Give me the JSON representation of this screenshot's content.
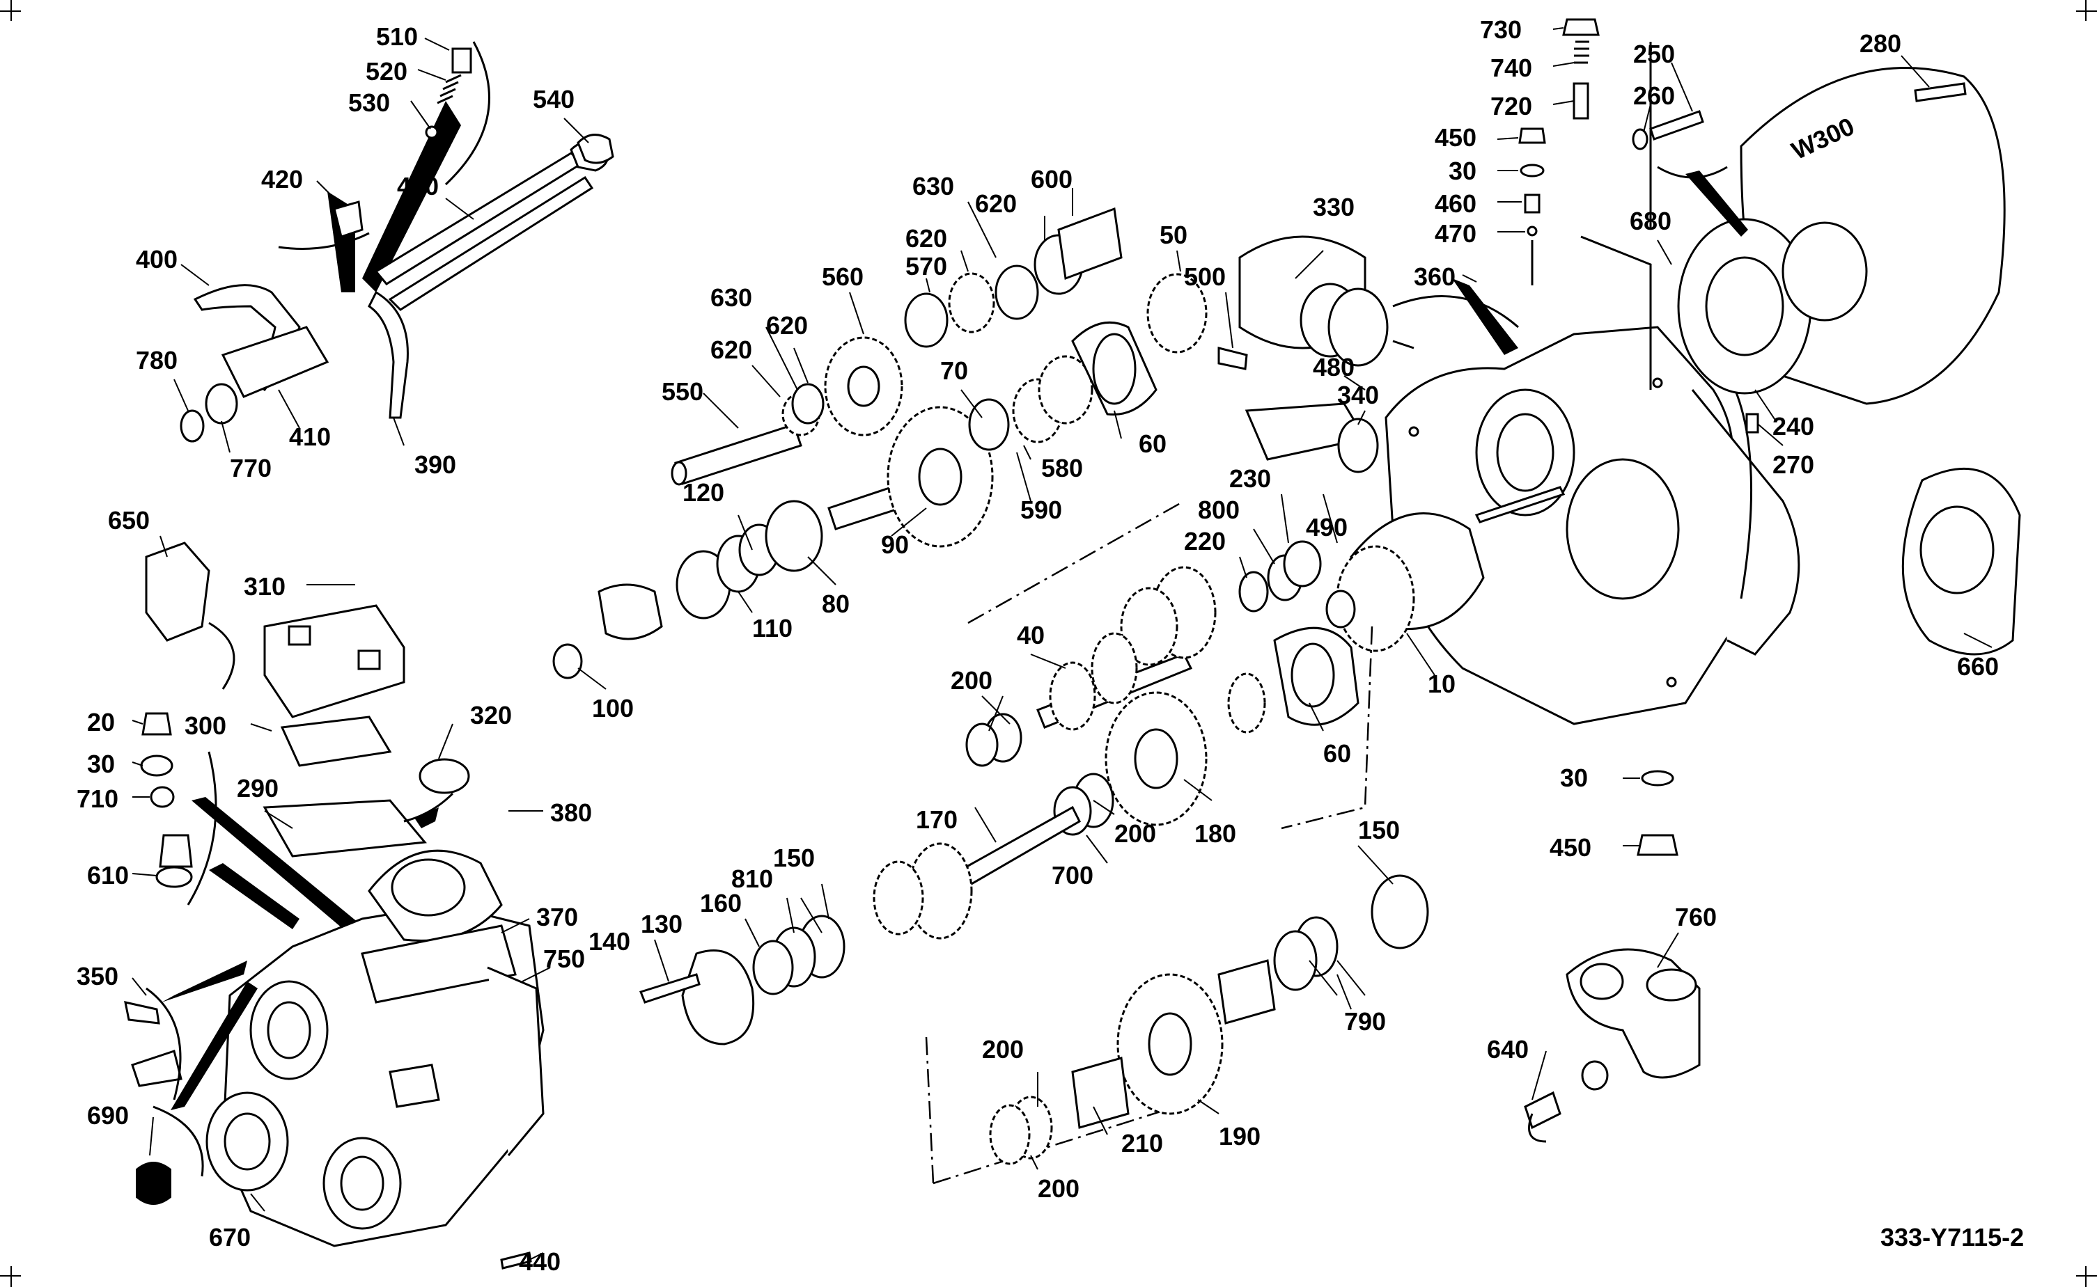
{
  "drawing_code": "333-Y7115-2",
  "housing_marking": "W300",
  "colors": {
    "line": "#000000",
    "background": "#ffffff"
  },
  "callouts": {
    "c510": "510",
    "c520": "520",
    "c530": "530",
    "c540": "540",
    "c420": "420",
    "c430": "430",
    "c400": "400",
    "c780": "780",
    "c770": "770",
    "c410": "410",
    "c390": "390",
    "c630a": "630",
    "c620a": "620",
    "c600": "600",
    "c560": "560",
    "c570": "570",
    "c620b": "620",
    "c50": "50",
    "c630b": "630",
    "c620c": "620",
    "c620d": "620",
    "c550": "550",
    "c70": "70",
    "c60a": "60",
    "c580": "580",
    "c590": "590",
    "c120": "120",
    "c90": "90",
    "c80": "80",
    "c110": "110",
    "c100": "100",
    "c330": "330",
    "c500": "500",
    "c480": "480",
    "c340": "340",
    "c360": "360",
    "c730": "730",
    "c740": "740",
    "c720": "720",
    "c450a": "450",
    "c30a": "30",
    "c460": "460",
    "c470": "470",
    "c250": "250",
    "c260": "260",
    "c280": "280",
    "c680": "680",
    "c240": "240",
    "c270": "270",
    "c490": "490",
    "c230": "230",
    "c800": "800",
    "c220": "220",
    "c10": "10",
    "c660": "660",
    "c650": "650",
    "c310": "310",
    "c40": "40",
    "c200a": "200",
    "c60b": "60",
    "c20": "20",
    "c300": "300",
    "c320": "320",
    "c30b": "30",
    "c710": "710",
    "c290": "290",
    "c380": "380",
    "c170": "170",
    "c200b": "200",
    "c180": "180",
    "c700": "700",
    "c610": "610",
    "c150a": "150",
    "c810": "810",
    "c150b": "150",
    "c30c": "30",
    "c450b": "450",
    "c370": "370",
    "c140": "140",
    "c130": "130",
    "c160": "160",
    "c750": "750",
    "c350": "350",
    "c760": "760",
    "c790": "790",
    "c200c": "200",
    "c640": "640",
    "c690": "690",
    "c210": "210",
    "c190": "190",
    "c200d": "200",
    "c670": "670",
    "c440": "440"
  }
}
